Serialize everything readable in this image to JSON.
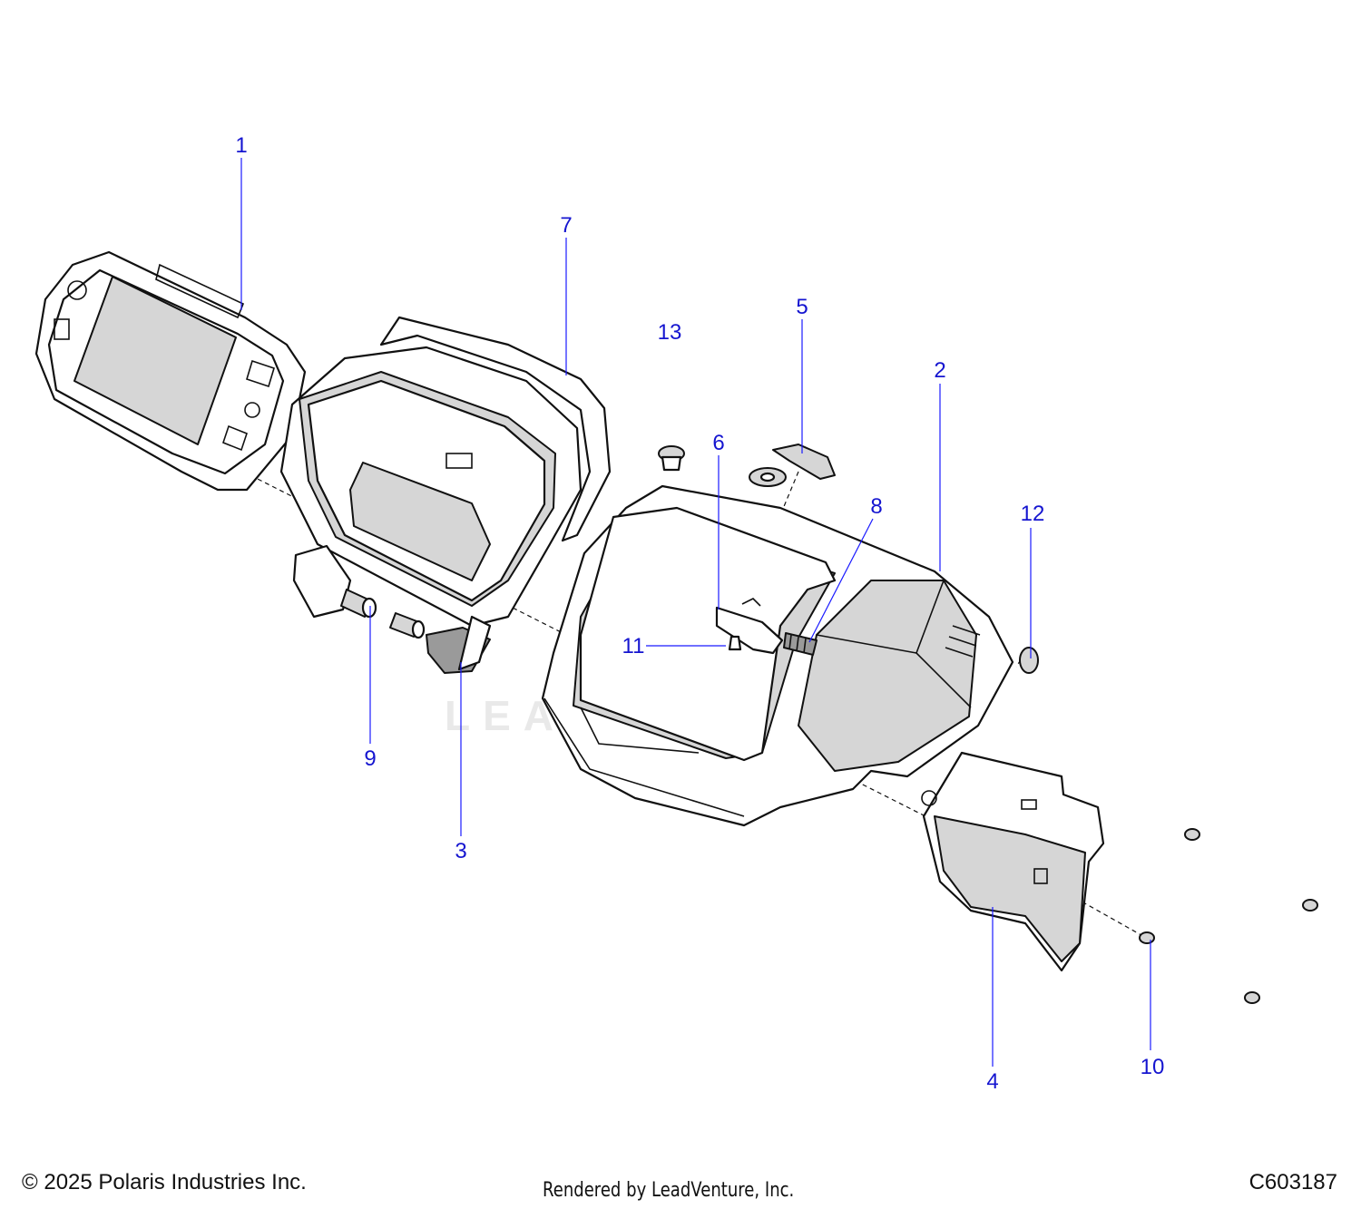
{
  "diagram": {
    "callouts": [
      {
        "id": "1",
        "label": "1"
      },
      {
        "id": "2",
        "label": "2"
      },
      {
        "id": "3",
        "label": "3"
      },
      {
        "id": "4",
        "label": "4"
      },
      {
        "id": "5",
        "label": "5"
      },
      {
        "id": "6",
        "label": "6"
      },
      {
        "id": "7",
        "label": "7"
      },
      {
        "id": "8",
        "label": "8"
      },
      {
        "id": "9",
        "label": "9"
      },
      {
        "id": "10",
        "label": "10"
      },
      {
        "id": "11",
        "label": "11"
      },
      {
        "id": "12",
        "label": "12"
      },
      {
        "id": "13",
        "label": "13"
      }
    ],
    "watermark_text": "LEADVENTURE",
    "callout_color": "#1515d0"
  },
  "footer": {
    "copyright": "© 2025 Polaris Industries Inc.",
    "rendered_by": "Rendered by LeadVenture, Inc.",
    "diagram_id": "C603187"
  }
}
